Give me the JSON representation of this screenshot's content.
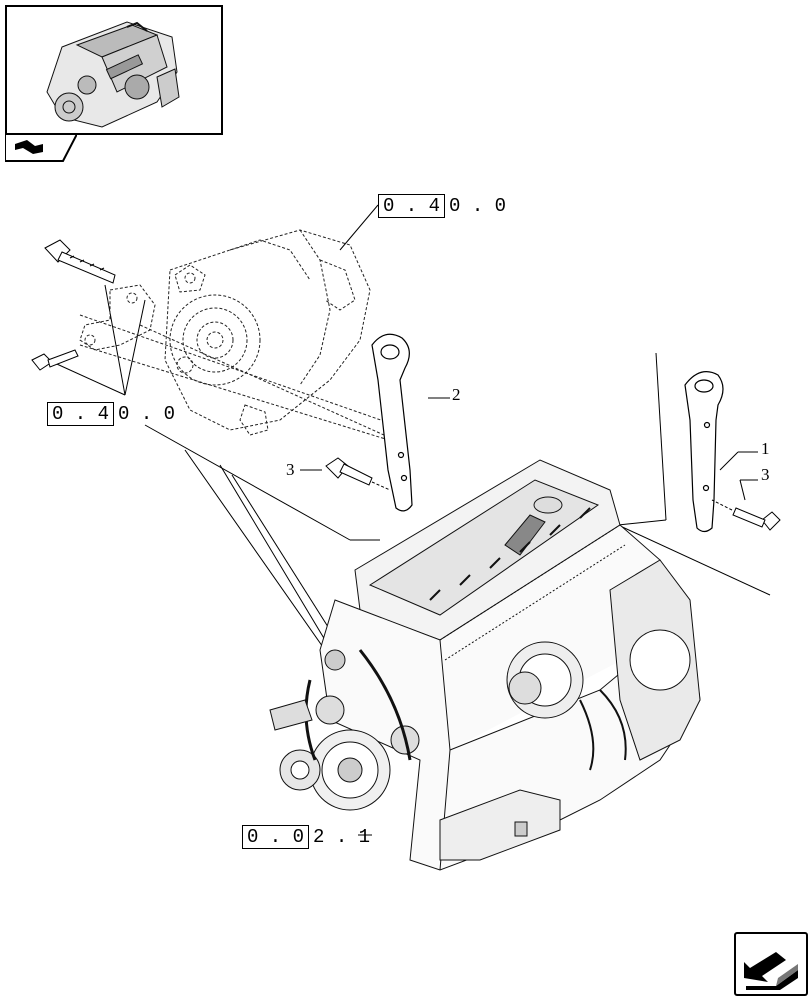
{
  "references": [
    {
      "boxed": "0 . 4",
      "rest": "0 . 0"
    },
    {
      "boxed": "0 . 4",
      "rest": "0 . 0"
    },
    {
      "boxed": "0 . 0",
      "rest": "2 . 1"
    }
  ],
  "callouts": [
    "2",
    "3",
    "1",
    "3"
  ],
  "icons": {
    "thumbnail": "engine-thumbnail-icon",
    "tab": "page-tab-icon",
    "navigation": "next-page-arrow-icon"
  }
}
